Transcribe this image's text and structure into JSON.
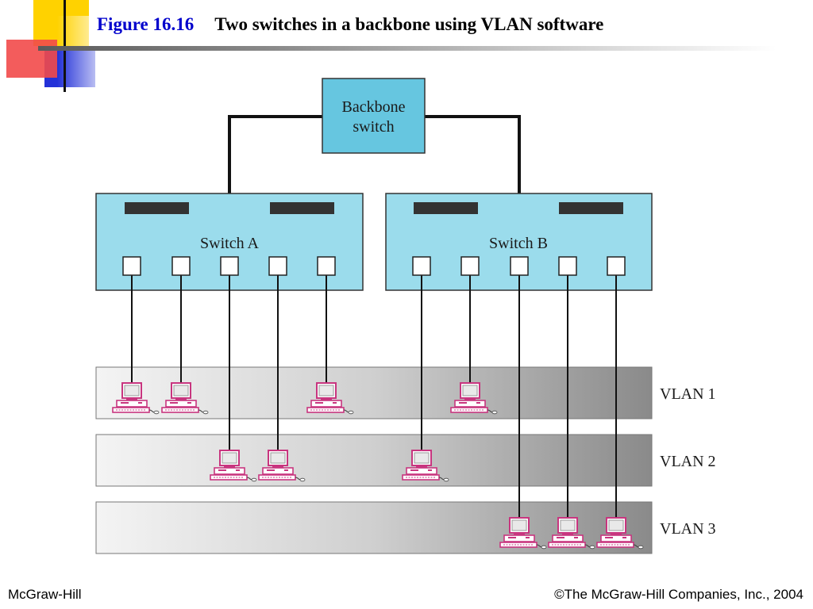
{
  "title": {
    "figure_label": "Figure 16.16",
    "text": "Two switches in a backbone using VLAN software"
  },
  "diagram": {
    "backbone_label_lines": [
      "Backbone",
      "switch"
    ],
    "switches": [
      {
        "label": "Switch A",
        "vlan_per_port": [
          1,
          1,
          2,
          2,
          1
        ]
      },
      {
        "label": "Switch B",
        "vlan_per_port": [
          2,
          1,
          3,
          3,
          3
        ]
      }
    ],
    "vlans": [
      {
        "id": 1,
        "label": "VLAN 1"
      },
      {
        "id": 2,
        "label": "VLAN 2"
      },
      {
        "id": 3,
        "label": "VLAN 3"
      }
    ]
  },
  "colors": {
    "switch_fill": "#9bdcec",
    "backbone_fill": "#66c6e0",
    "computer": "#c8357f",
    "accent_red": "#f04848",
    "accent_yellow": "#ffd700",
    "accent_blue": "#2230d0"
  },
  "icons": [
    "computer-icon"
  ],
  "footer": {
    "left": "McGraw-Hill",
    "right": "©The McGraw-Hill Companies, Inc., 2004"
  }
}
